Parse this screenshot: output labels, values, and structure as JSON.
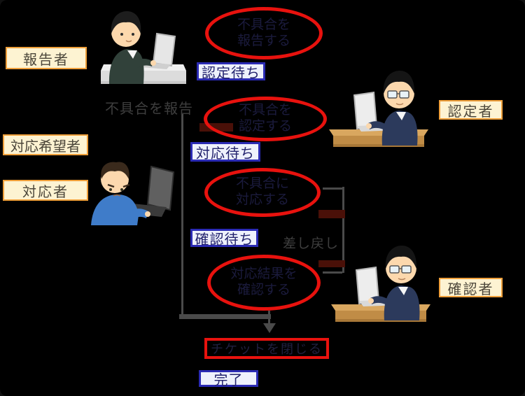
{
  "workflow": {
    "roles": {
      "reporter": {
        "label": "報告者"
      },
      "requester": {
        "label": "対応希望者"
      },
      "handler": {
        "label": "対応者"
      },
      "certifier": {
        "label": "認定者"
      },
      "confirmer": {
        "label": "確認者"
      }
    },
    "statuses": {
      "awaiting_certification": {
        "label": "認定待ち"
      },
      "awaiting_response": {
        "label": "対応待ち"
      },
      "awaiting_confirmation": {
        "label": "確認待ち"
      },
      "done": {
        "label": "完了"
      }
    },
    "actions": {
      "report": {
        "line1": "不具合を",
        "line2": "報告する"
      },
      "certify": {
        "line1": "不具合を",
        "line2": "認定する"
      },
      "respond": {
        "line1": "不具合に",
        "line2": "対応する"
      },
      "confirm": {
        "line1": "対応結果を",
        "line2": "確認する"
      },
      "close": {
        "label": "チケットを閉じる"
      }
    },
    "annotations": {
      "report_note": "不具合を報告",
      "sendback_note": "差し戻し"
    },
    "colors": {
      "highlight_red": "#e8120e",
      "status_border": "#2b2bb4",
      "status_bg": "#eef1fc",
      "role_border": "#ef9f3a",
      "role_bg": "#fdf3d2",
      "connector": "#4a4a4a",
      "background": "#000000"
    }
  }
}
